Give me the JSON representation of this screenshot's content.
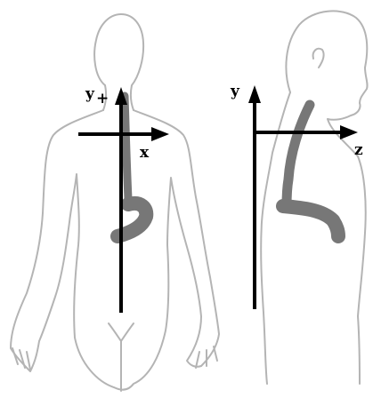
{
  "front_view": {
    "y_axis_label": "y",
    "y_axis_subscript": "+",
    "x_axis_label": "x"
  },
  "side_view": {
    "y_axis_label": "y",
    "z_axis_label": "z"
  },
  "colors": {
    "body_outline": "#b4b4b4",
    "organ": "#777777",
    "axes": "#000000",
    "background": "#ffffff"
  }
}
